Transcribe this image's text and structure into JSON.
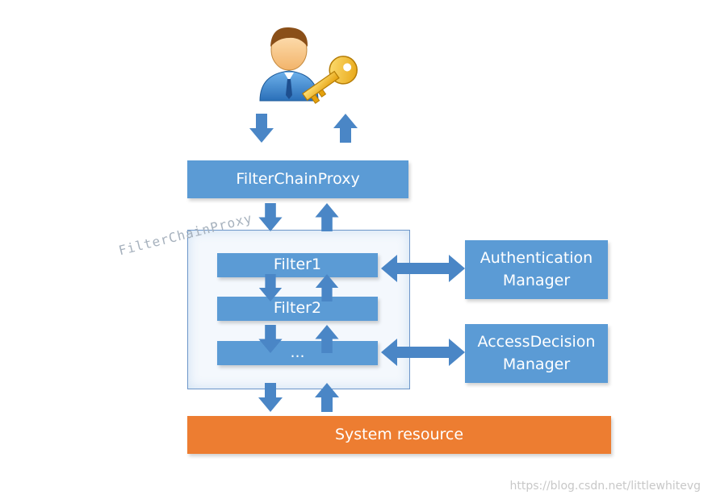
{
  "diagram": {
    "proxy_box": "FilterChainProxy",
    "container_watermark": "FilterChainProxy",
    "filters": [
      "Filter1",
      "Filter2",
      "..."
    ],
    "auth_manager": [
      "Authentication",
      "Manager"
    ],
    "access_manager": [
      "AccessDecision",
      "Manager"
    ],
    "resource": "System resource",
    "credit": "https://blog.csdn.net/littlewhitevg"
  },
  "colors": {
    "box_blue": "#5b9bd5",
    "arrow_blue": "#4a86c6",
    "resource_orange": "#ed7d31"
  },
  "icons": {
    "user": "user-with-key-icon"
  }
}
